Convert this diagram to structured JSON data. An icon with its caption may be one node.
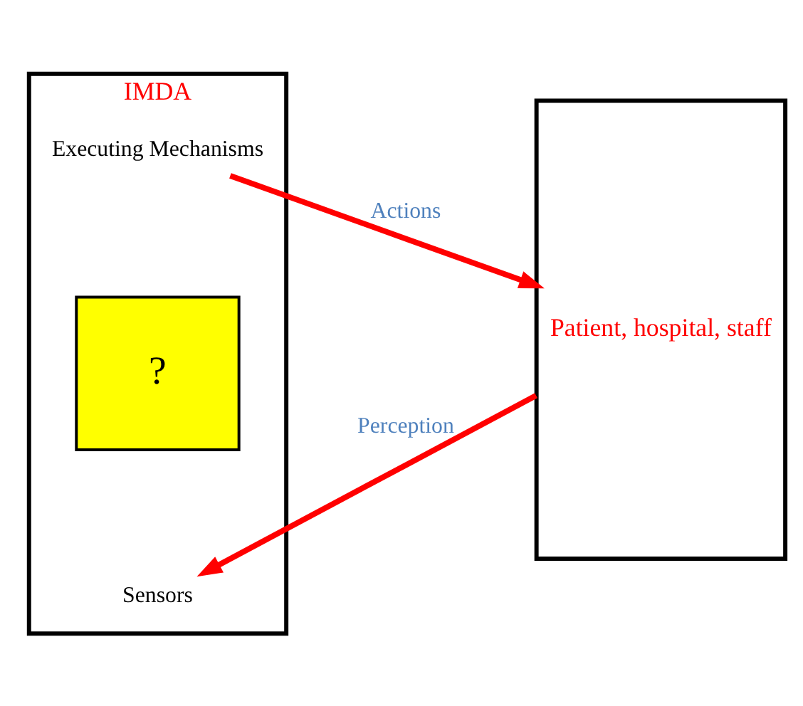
{
  "diagram": {
    "nodes": [
      {
        "text": [
          "IMDA"
        ]
      },
      {
        "text": [
          "Sensors"
        ],
        "in": 0
      },
      {
        "text": [
          "?"
        ],
        "in": 0
      },
      {
        "text": [
          "Executing Mechanisms"
        ],
        "in": 0
      },
      {
        "text": [
          "Patient, hospital, staff"
        ]
      }
    ],
    "edges": [
      {
        "from": 4,
        "to": 1,
        "arrow": "to",
        "label": "Perception"
      },
      {
        "from": 3,
        "to": 4,
        "arrow": "to",
        "label": "Actions"
      }
    ]
  }
}
